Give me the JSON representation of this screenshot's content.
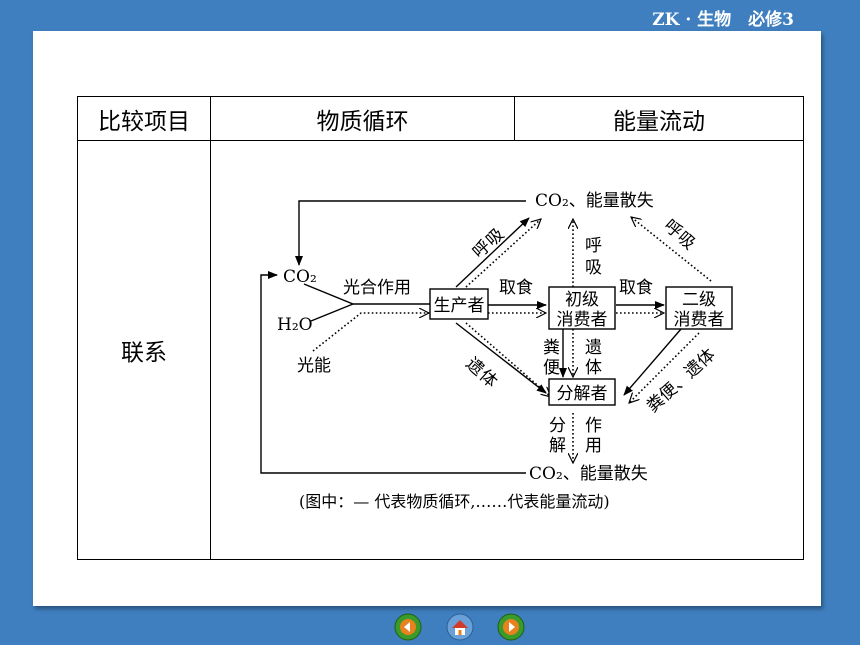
{
  "header": {
    "text": "ZK · 生物　必修3"
  },
  "table": {
    "headers": [
      "比较项目",
      "物质循环",
      "能量流动"
    ],
    "row_label": "联系"
  },
  "diagram": {
    "co2_top": "CO₂、能量散失",
    "co2_bottom": "CO₂、能量散失",
    "co2_left": "CO₂",
    "h2o": "H₂O",
    "light": "光能",
    "photosynthesis": "光合作用",
    "producer": "生产者",
    "eat1": "取食",
    "eat2": "取食",
    "primary_line1": "初级",
    "primary_line2": "消费者",
    "secondary_line1": "二级",
    "secondary_line2": "消费者",
    "decomposer": "分解者",
    "resp_left_1": "呼",
    "resp_left_2": "吸",
    "resp_mid_1": "呼",
    "resp_mid_2": "吸",
    "resp_right_1": "呼",
    "resp_right_2": "吸",
    "remains_left_1": "遗",
    "remains_left_2": "体",
    "feces_1": "粪",
    "feces_2": "便",
    "remains_mid_1": "遗",
    "remains_mid_2": "体",
    "feces_remains_right": "粪便、遗体",
    "decomp_1": "分",
    "decomp_2": "解",
    "action_1": "作",
    "action_2": "用",
    "caption": "(图中：— 代表物质循环,……代表能量流动)"
  },
  "nav": {
    "buttons": [
      "prev-icon",
      "home-icon",
      "next-icon"
    ],
    "colors": {
      "green": "#3a9a2a",
      "orange": "#e8821e"
    }
  }
}
